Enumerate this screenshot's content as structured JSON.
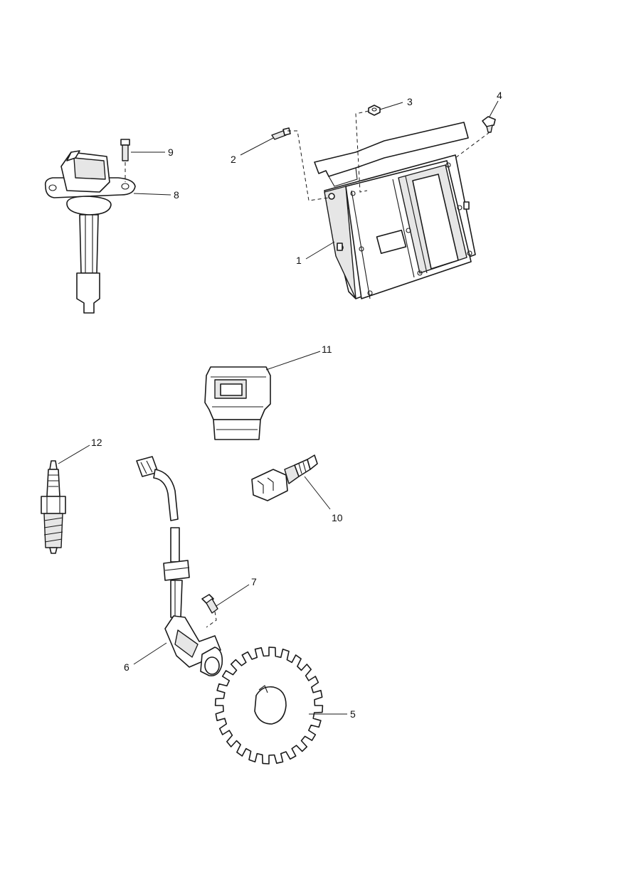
{
  "callouts": [
    {
      "id": "1",
      "label": "1"
    },
    {
      "id": "2",
      "label": "2"
    },
    {
      "id": "3",
      "label": "3"
    },
    {
      "id": "4",
      "label": "4"
    },
    {
      "id": "5",
      "label": "5"
    },
    {
      "id": "6",
      "label": "6"
    },
    {
      "id": "7",
      "label": "7"
    },
    {
      "id": "8",
      "label": "8"
    },
    {
      "id": "9",
      "label": "9"
    },
    {
      "id": "10",
      "label": "10"
    },
    {
      "id": "11",
      "label": "11"
    },
    {
      "id": "12",
      "label": "12"
    }
  ],
  "colors": {
    "line": "#1a1a1a",
    "background": "#ffffff",
    "shade": "#e6e6e6"
  }
}
